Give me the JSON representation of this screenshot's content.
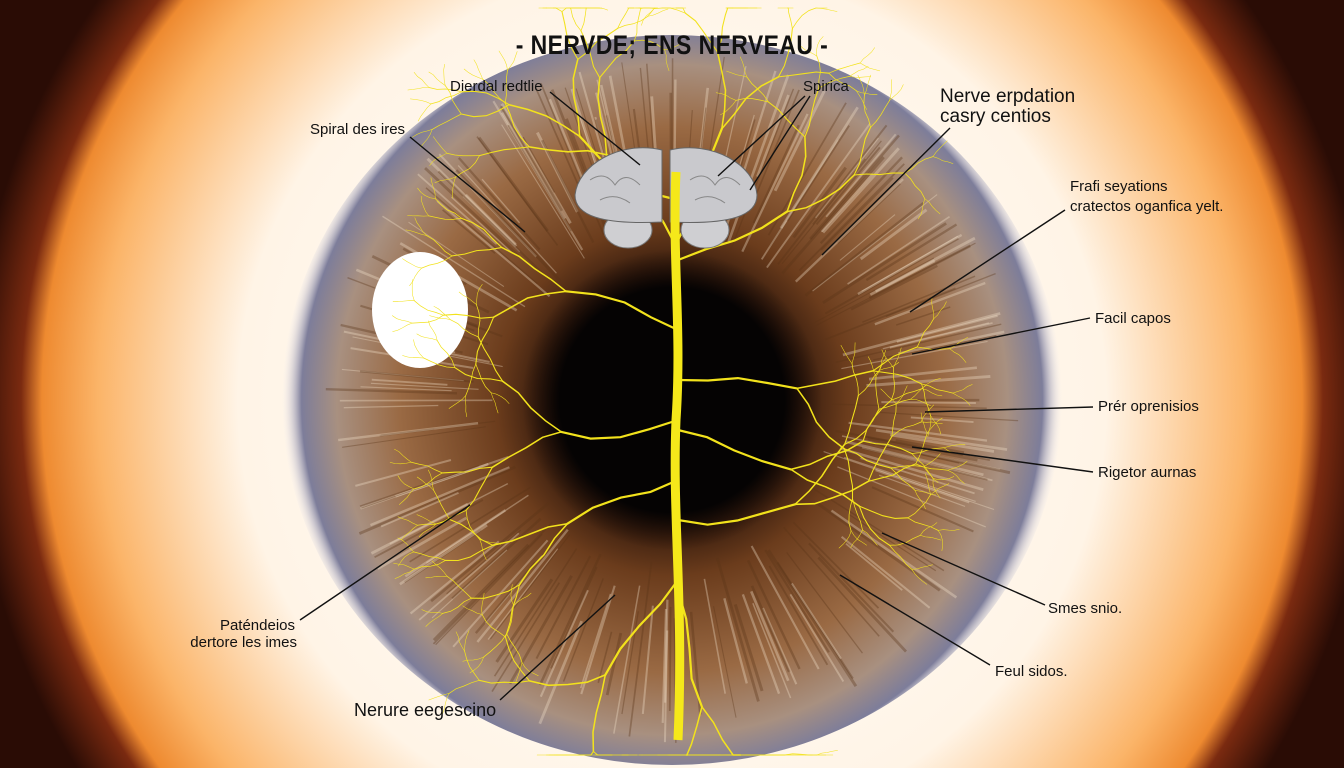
{
  "title": "- NERVDE; ENS NERVEAU -",
  "labels": {
    "dierdal": "Dierdal redtlie",
    "spirica": "Spirica",
    "nerve_erpdation_1": "Nerve erpdation",
    "nerve_erpdation_2": "casry centios",
    "spiral": "Spiral des ires",
    "frafi_1": "Frafi seyations",
    "frafi_2": "cratectos oganfica yelt.",
    "facil": "Facil capos",
    "prer": "Prér oprenisios",
    "rigetor": "Rigetor aurnas",
    "smes": "Smes snio.",
    "feul": "Feul sidos.",
    "patendeios_1": "Paténdeios",
    "patendeios_2": "dertore les imes",
    "nerure": "Nerure eegescino"
  },
  "colors": {
    "nerve": "#f2e21c",
    "iris": "#7a4a26",
    "pupil": "#0a0605",
    "sclera": "#f7a24a"
  }
}
